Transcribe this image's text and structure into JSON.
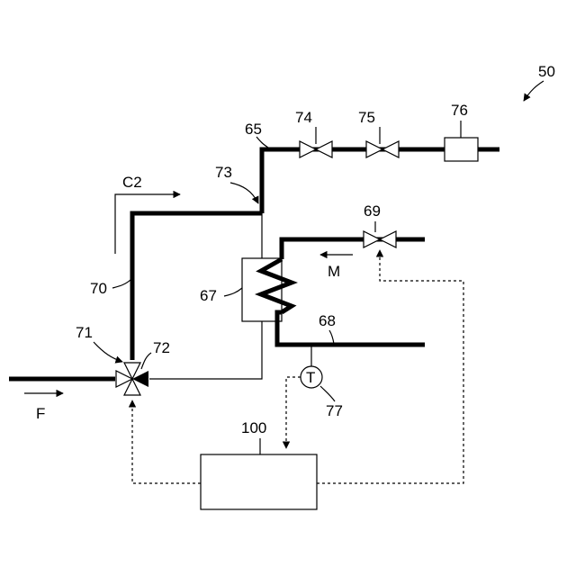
{
  "labels": {
    "system": "50",
    "pipe_65": "65",
    "valve_74": "74",
    "valve_75": "75",
    "device_76": "76",
    "pipe_73": "73",
    "flow_c2": "C2",
    "valve_69": "69",
    "flow_m": "M",
    "pipe_70": "70",
    "heat_exchanger": "67",
    "pipe_68": "68",
    "valve_71": "71",
    "actuator_72": "72",
    "flow_f": "F",
    "sensor_77": "77",
    "sensor_symbol": "T",
    "controller": "100"
  }
}
